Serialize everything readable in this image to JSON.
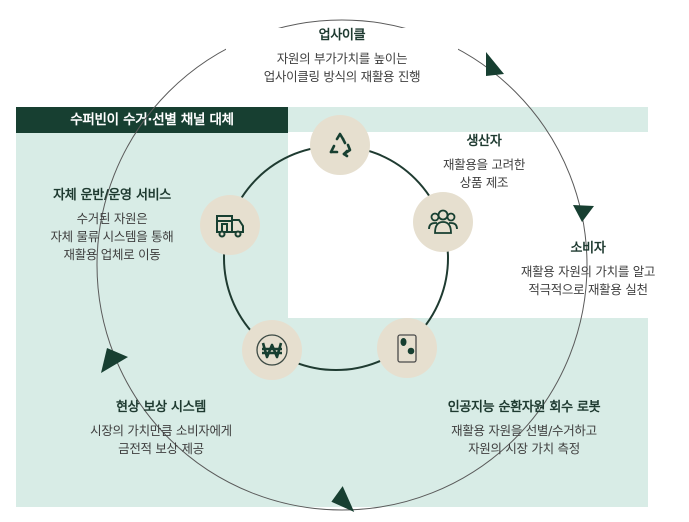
{
  "colors": {
    "dark_green": "#173f31",
    "light_green_bg": "#d8ece6",
    "icon_bg": "#e6dfcf",
    "line": "#555555"
  },
  "header": {
    "label": "수퍼빈이 수거·선별 채널 대체"
  },
  "nodes": [
    {
      "id": "upcycle",
      "icon": "recycle-icon",
      "title": "업사이클",
      "desc": [
        "자원의 부가가치를 높이는",
        "업사이클링 방식의 재활용 진행"
      ]
    },
    {
      "id": "producer",
      "icon": "people-icon",
      "title": "생산자",
      "desc": [
        "재활용을 고려한",
        "상품 제조"
      ]
    },
    {
      "id": "consumer",
      "icon": null,
      "title": "소비자",
      "desc": [
        "재활용 자원의 가치를 알고",
        "적극적으로 재활용 실천"
      ]
    },
    {
      "id": "ai-robot",
      "icon": "phone-icon",
      "title": "인공지능 순환자원 회수 로봇",
      "desc": [
        "재활용 자원을 선별/수거하고",
        "자원의 시장 가치 측정"
      ]
    },
    {
      "id": "reward",
      "icon": "won-icon",
      "title": "현상 보상 시스템",
      "desc": [
        "시장의 가치만큼 소비자에게",
        "금전적 보상 제공"
      ]
    },
    {
      "id": "transport",
      "icon": "truck-icon",
      "title": "자체 운반/운영 서비스",
      "desc": [
        "수거된 자원은",
        "자체 물류 시스템을 통해",
        "재활용 업체로 이동"
      ]
    }
  ]
}
